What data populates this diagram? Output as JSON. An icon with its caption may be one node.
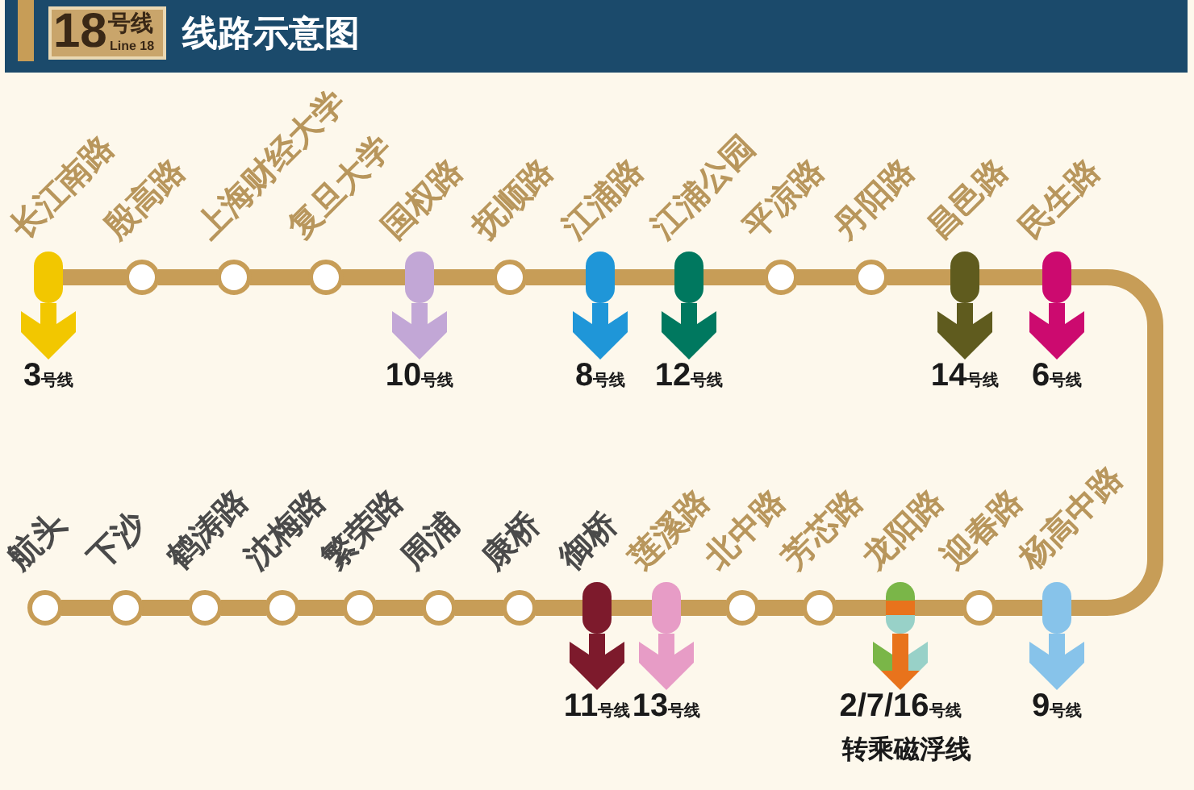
{
  "diagram": {
    "title": "线路示意图",
    "nodes": [
      {
        "text": [
          "长江南路"
        ]
      },
      {
        "text": [
          "殷高路"
        ]
      },
      {
        "text": [
          "上海财经大学"
        ]
      },
      {
        "text": [
          "复旦大学"
        ]
      },
      {
        "text": [
          "国权路"
        ]
      },
      {
        "text": [
          "抚顺路"
        ]
      },
      {
        "text": [
          "江浦路"
        ]
      },
      {
        "text": [
          "江浦公园"
        ]
      },
      {
        "text": [
          "平凉路"
        ]
      },
      {
        "text": [
          "丹阳路"
        ]
      },
      {
        "text": [
          "昌邑路"
        ]
      },
      {
        "text": [
          "民生路"
        ]
      },
      {
        "text": [
          "3号线"
        ]
      },
      {
        "text": [
          "10号线"
        ]
      },
      {
        "text": [
          "8号线"
        ]
      },
      {
        "text": [
          "12号线"
        ]
      },
      {
        "text": [
          "14号线"
        ]
      },
      {
        "text": [
          "6号线"
        ]
      },
      {
        "text": [
          "航头"
        ]
      },
      {
        "text": [
          "下沙"
        ]
      },
      {
        "text": [
          "鹤涛路"
        ]
      },
      {
        "text": [
          "沈梅路"
        ]
      },
      {
        "text": [
          "繁荣路"
        ]
      },
      {
        "text": [
          "周浦"
        ]
      },
      {
        "text": [
          "康桥"
        ]
      },
      {
        "text": [
          "御桥"
        ]
      },
      {
        "text": [
          "莲溪路"
        ]
      },
      {
        "text": [
          "北中路"
        ]
      },
      {
        "text": [
          "芳芯路"
        ]
      },
      {
        "text": [
          "龙阳路"
        ]
      },
      {
        "text": [
          "迎春路"
        ]
      },
      {
        "text": [
          "杨高中路"
        ]
      },
      {
        "text": [
          "11号线"
        ]
      },
      {
        "text": [
          "13号线"
        ]
      },
      {
        "text": [
          "2/7/16号线"
        ],
        "beside": [
          "转乘磁浮线"
        ]
      },
      {
        "text": [
          "9号线"
        ]
      }
    ],
    "edges": [
      {
        "from": 0,
        "to": 1,
        "arrow": "none"
      },
      {
        "from": 1,
        "to": 2,
        "arrow": "none"
      },
      {
        "from": 2,
        "to": 3,
        "arrow": "none"
      },
      {
        "from": 3,
        "to": 4,
        "arrow": "none"
      },
      {
        "from": 4,
        "to": 5,
        "arrow": "none"
      },
      {
        "from": 5,
        "to": 6,
        "arrow": "none"
      },
      {
        "from": 6,
        "to": 7,
        "arrow": "none"
      },
      {
        "from": 7,
        "to": 8,
        "arrow": "none"
      },
      {
        "from": 8,
        "to": 9,
        "arrow": "none"
      },
      {
        "from": 9,
        "to": 10,
        "arrow": "none"
      },
      {
        "from": 10,
        "to": 11,
        "arrow": "none"
      },
      {
        "from": 11,
        "to": 31,
        "arrow": "none"
      },
      {
        "from": 18,
        "to": 19,
        "arrow": "none"
      },
      {
        "from": 19,
        "to": 20,
        "arrow": "none"
      },
      {
        "from": 20,
        "to": 21,
        "arrow": "none"
      },
      {
        "from": 21,
        "to": 22,
        "arrow": "none"
      },
      {
        "from": 22,
        "to": 23,
        "arrow": "none"
      },
      {
        "from": 23,
        "to": 24,
        "arrow": "none"
      },
      {
        "from": 24,
        "to": 25,
        "arrow": "none"
      },
      {
        "from": 25,
        "to": 26,
        "arrow": "none"
      },
      {
        "from": 26,
        "to": 27,
        "arrow": "none"
      },
      {
        "from": 27,
        "to": 28,
        "arrow": "none"
      },
      {
        "from": 28,
        "to": 29,
        "arrow": "none"
      },
      {
        "from": 29,
        "to": 30,
        "arrow": "none"
      },
      {
        "from": 30,
        "to": 31,
        "arrow": "none"
      },
      {
        "from": 0,
        "to": 12,
        "arrow": "to",
        "color": "#f2c700"
      },
      {
        "from": 4,
        "to": 13,
        "arrow": "to",
        "color": "#c2a7d6"
      },
      {
        "from": 6,
        "to": 14,
        "arrow": "to",
        "color": "#1f96d8"
      },
      {
        "from": 7,
        "to": 15,
        "arrow": "to",
        "color": "#00785f"
      },
      {
        "from": 10,
        "to": 16,
        "arrow": "to",
        "color": "#5f5b1e"
      },
      {
        "from": 11,
        "to": 17,
        "arrow": "to",
        "color": "#cc0a6f"
      },
      {
        "from": 25,
        "to": 32,
        "arrow": "to",
        "color": "#7d1a2c"
      },
      {
        "from": 26,
        "to": 33,
        "arrow": "to",
        "color": "#e79cc6"
      },
      {
        "from": 29,
        "to": 34,
        "arrow": "to",
        "color": "#e8731c"
      },
      {
        "from": 31,
        "to": 35,
        "arrow": "to",
        "color": "#87c3ea"
      }
    ],
    "labels": [
      "18",
      "号线",
      "Line 18"
    ]
  }
}
